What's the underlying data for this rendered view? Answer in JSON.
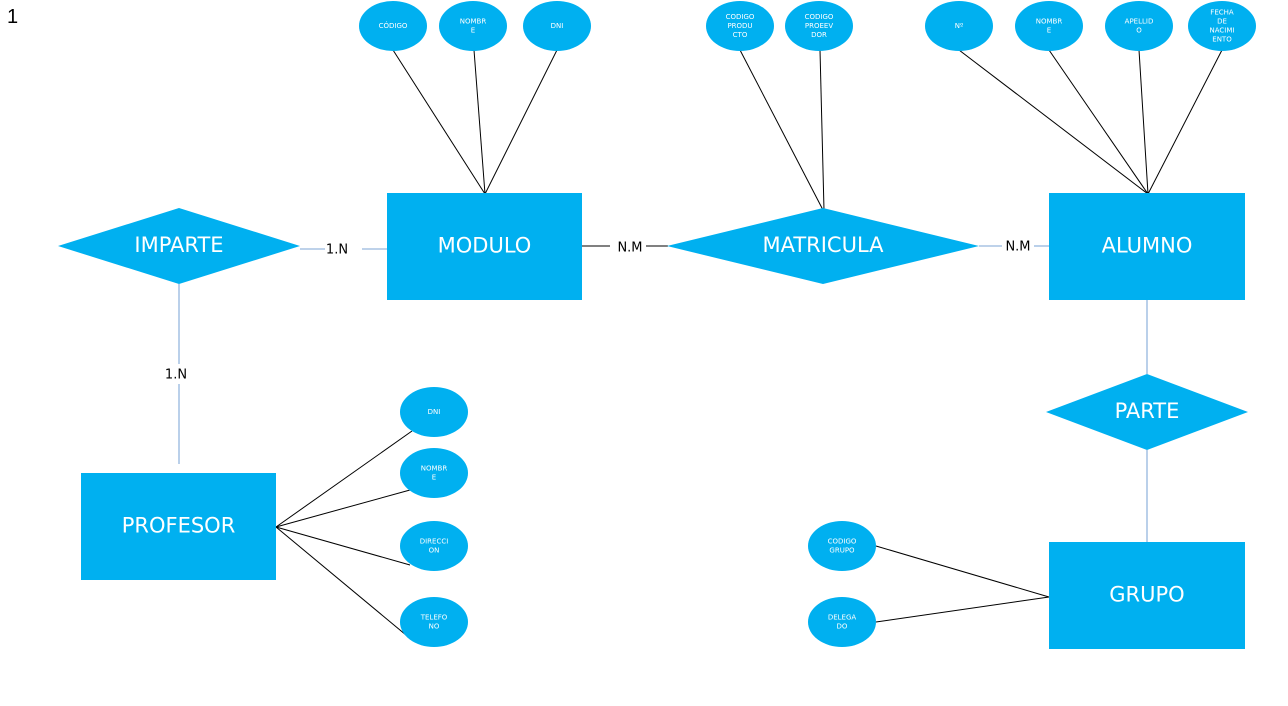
{
  "page_number": "1",
  "colors": {
    "shape": "#00b0f0",
    "line_dark": "#000000",
    "line_light": "#a9c4e4",
    "text_on_shape": "#ffffff"
  },
  "entities": [
    {
      "id": "modulo",
      "label": "MODULO"
    },
    {
      "id": "alumno",
      "label": "ALUMNO"
    },
    {
      "id": "profesor",
      "label": "PROFESOR"
    },
    {
      "id": "grupo",
      "label": "GRUPO"
    }
  ],
  "relationships": [
    {
      "id": "imparte",
      "label": "IMPARTE"
    },
    {
      "id": "matricula",
      "label": "MATRICULA"
    },
    {
      "id": "parte",
      "label": "PARTE"
    }
  ],
  "cardinalities": [
    {
      "id": "imparte-modulo",
      "label": "1.N"
    },
    {
      "id": "imparte-profesor",
      "label": "1.N"
    },
    {
      "id": "modulo-matricula",
      "label": "N.M"
    },
    {
      "id": "matricula-alumno",
      "label": "N.M"
    }
  ],
  "attributes": [
    {
      "id": "modulo-codigo",
      "lines": [
        "CÓDIGO"
      ]
    },
    {
      "id": "modulo-nombre",
      "lines": [
        "NOMBR",
        "E"
      ]
    },
    {
      "id": "modulo-dni",
      "lines": [
        "DNI"
      ]
    },
    {
      "id": "matricula-codigo-producto",
      "lines": [
        "CODIGO",
        "PRODU",
        "CTO"
      ]
    },
    {
      "id": "matricula-codigo-proveedor",
      "lines": [
        "CODIGO",
        "PROEEV",
        "DOR"
      ]
    },
    {
      "id": "alumno-numero",
      "lines": [
        "Nº"
      ]
    },
    {
      "id": "alumno-nombre",
      "lines": [
        "NOMBR",
        "E"
      ]
    },
    {
      "id": "alumno-apellido",
      "lines": [
        "APELLID",
        "O"
      ]
    },
    {
      "id": "alumno-fecha-nacimiento",
      "lines": [
        "FECHA",
        "DE",
        "NACIMI",
        "ENTO"
      ]
    },
    {
      "id": "profesor-dni",
      "lines": [
        "DNI"
      ]
    },
    {
      "id": "profesor-nombre",
      "lines": [
        "NOMBR",
        "E"
      ]
    },
    {
      "id": "profesor-direccion",
      "lines": [
        "DIRECCI",
        "ON"
      ]
    },
    {
      "id": "profesor-telefono",
      "lines": [
        "TELEFO",
        "NO"
      ]
    },
    {
      "id": "grupo-codigo-grupo",
      "lines": [
        "CODIGO",
        "GRUPO"
      ]
    },
    {
      "id": "grupo-delegado",
      "lines": [
        "DELEGA",
        "DO"
      ]
    }
  ]
}
